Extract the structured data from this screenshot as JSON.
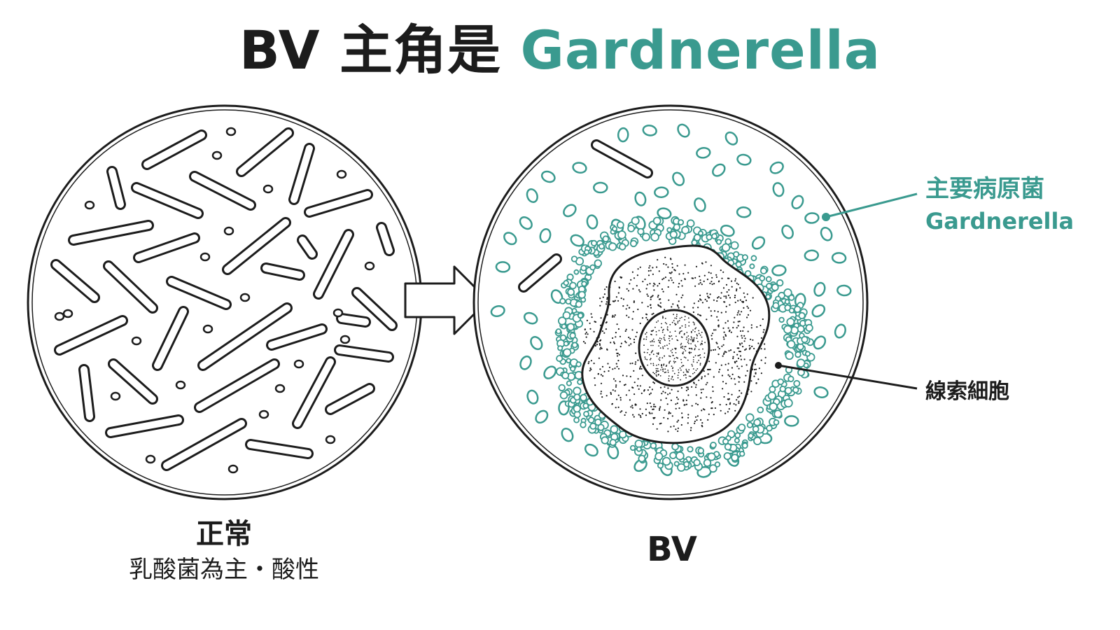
{
  "title": {
    "prefix": "BV 主角是 ",
    "accent": "Gardnerella"
  },
  "panels": {
    "normal": {
      "title": "正常",
      "subtitle": "乳酸菌為主・酸性"
    },
    "bv": {
      "title": "BV"
    }
  },
  "callouts": {
    "pathogen": {
      "label_zh": "主要病原菌",
      "label_en": "Gardnerella"
    },
    "clue_cell": {
      "label": "線索細胞"
    }
  },
  "colors": {
    "ink": "#1c1c1c",
    "accent": "#3a9a8f"
  }
}
